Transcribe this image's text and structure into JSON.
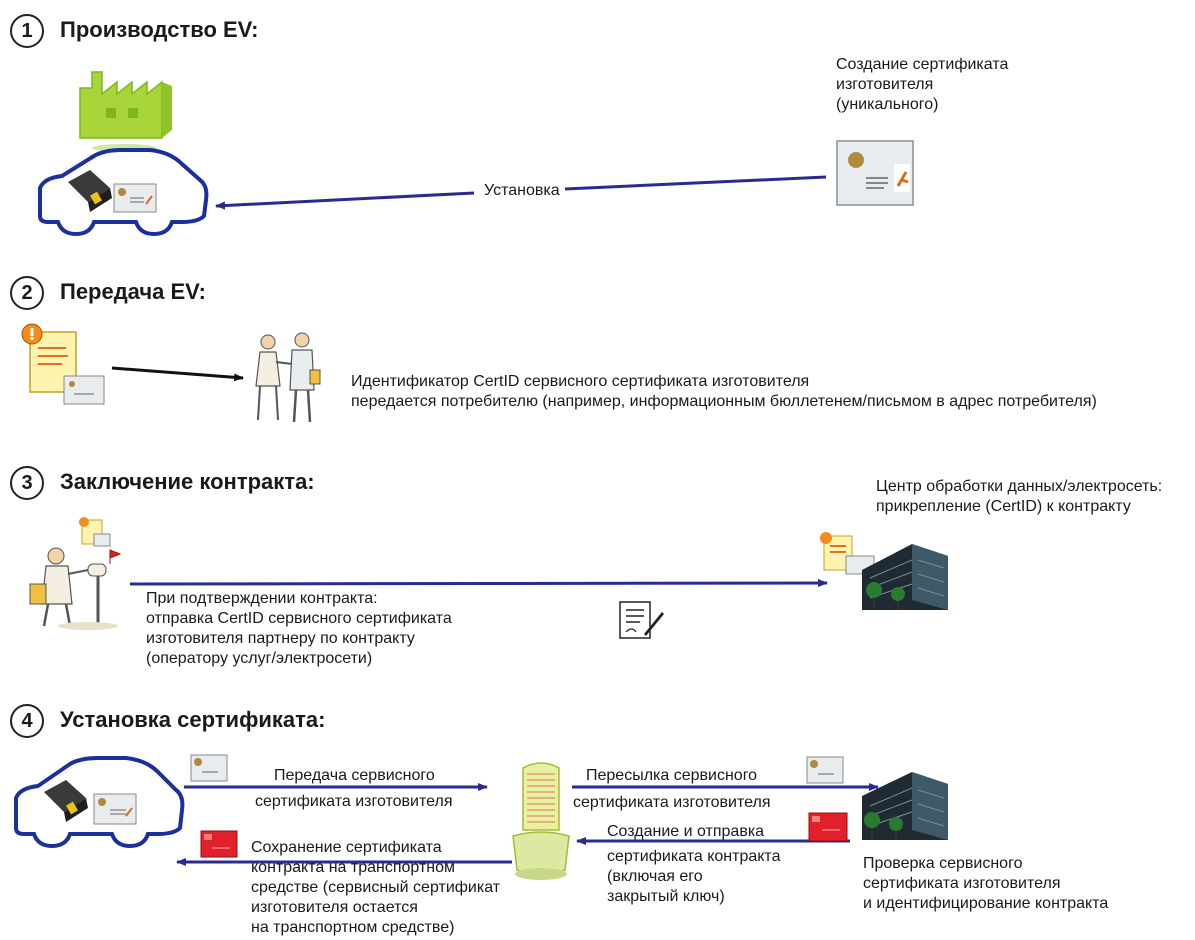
{
  "sections": [
    {
      "num": "1",
      "title": "Производство EV:"
    },
    {
      "num": "2",
      "title": "Передача EV:"
    },
    {
      "num": "3",
      "title": "Заключение контракта:"
    },
    {
      "num": "4",
      "title": "Установка сертификата:"
    }
  ],
  "s1": {
    "manufacturer_note": [
      "Создание сертификата",
      "изготовителя",
      "(уникального)"
    ],
    "install_label": "Установка"
  },
  "s2": {
    "description": [
      "Идентификатор CertID сервисного сертификата изготовителя",
      "передается потребителю (например, информационным бюллетенем/письмом в адрес потребителя)"
    ]
  },
  "s3": {
    "datacenter_note": [
      "Центр обработки данных/электросеть:",
      "прикрепление (CertID) к контракту"
    ],
    "send_note": [
      "При подтверждении контракта:",
      "отправка CertID сервисного сертификата",
      "изготовителя партнеру по контракту",
      "(оператору услуг/электросети)"
    ]
  },
  "s4": {
    "transfer_top": "Передача сервисного",
    "transfer_bottom": "сертификата изготовителя",
    "forward_top": "Пересылка сервисного",
    "forward_bottom": "сертификата изготовителя",
    "create_send": [
      "Создание и отправка",
      "сертификата контракта",
      "(включая его",
      "закрытый ключ)"
    ],
    "save_note": [
      "Сохранение сертификата",
      "контракта на транспортном",
      "средстве (сервисный сертификат",
      "изготовителя остается",
      "на транспортном средстве)"
    ],
    "verify_note": [
      "Проверка сервисного",
      "сертификата изготовителя",
      "и идентифицирование контракта"
    ]
  },
  "colors": {
    "arrow_blue": "#2b2a8f",
    "car_outline": "#1a2fa0",
    "factory_green": "#a8d63a",
    "contract_red": "#e0202a",
    "certificate_gray": "#e9ecef"
  }
}
